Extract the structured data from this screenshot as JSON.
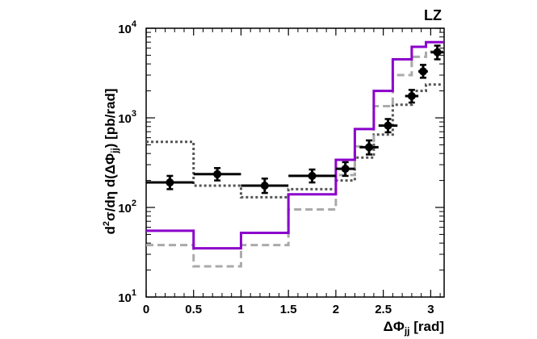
{
  "chart_data": {
    "type": "line",
    "title": "LZ",
    "xlabel": "ΔΦ_jj [rad]",
    "ylabel": "d²σ/dη d(ΔΦ_jj) [pb/rad]",
    "xlim": [
      0,
      3.1416
    ],
    "ylim": [
      10,
      10000
    ],
    "yscale": "log",
    "grid": false,
    "x_ticks": [
      {
        "value": 0,
        "label": "0"
      },
      {
        "value": 0.5,
        "label": "0.5"
      },
      {
        "value": 1,
        "label": "1"
      },
      {
        "value": 1.5,
        "label": "1.5"
      },
      {
        "value": 2,
        "label": "2"
      },
      {
        "value": 2.5,
        "label": "2.5"
      },
      {
        "value": 3,
        "label": "3"
      }
    ],
    "y_ticks": [
      {
        "value": 10,
        "base": "10",
        "exp": "1"
      },
      {
        "value": 100,
        "base": "10",
        "exp": "2"
      },
      {
        "value": 1000,
        "base": "10",
        "exp": "3"
      },
      {
        "value": 10000,
        "base": "10",
        "exp": "4"
      }
    ],
    "bin_edges": [
      0,
      0.5,
      1.0,
      1.5,
      2.0,
      2.2,
      2.4,
      2.6,
      2.8,
      2.95,
      3.1416
    ],
    "series": [
      {
        "style": "histogram",
        "color": "#8b00cc",
        "dash": "solid",
        "values": [
          55,
          35,
          52,
          140,
          340,
          750,
          2000,
          4500,
          6200,
          7000
        ]
      },
      {
        "style": "histogram",
        "color": "#aaaaaa",
        "dash": "dashed",
        "values": [
          38,
          22,
          38,
          95,
          230,
          480,
          1350,
          3000,
          4800,
          5500
        ]
      },
      {
        "style": "histogram",
        "color": "#555555",
        "dash": "dotted",
        "values": [
          540,
          175,
          130,
          160,
          200,
          360,
          650,
          1400,
          2000,
          2350
        ]
      },
      {
        "style": "points",
        "color": "#000000",
        "points": [
          {
            "x": 0.25,
            "y": 190,
            "xerr": 0.25,
            "ylo": 160,
            "yhi": 225
          },
          {
            "x": 0.75,
            "y": 235,
            "xerr": 0.25,
            "ylo": 200,
            "yhi": 275
          },
          {
            "x": 1.25,
            "y": 175,
            "xerr": 0.25,
            "ylo": 145,
            "yhi": 210
          },
          {
            "x": 1.75,
            "y": 225,
            "xerr": 0.25,
            "ylo": 190,
            "yhi": 265
          },
          {
            "x": 2.1,
            "y": 270,
            "xerr": 0.1,
            "ylo": 225,
            "yhi": 320
          },
          {
            "x": 2.35,
            "y": 470,
            "xerr": 0.1,
            "ylo": 390,
            "yhi": 560
          },
          {
            "x": 2.55,
            "y": 820,
            "xerr": 0.1,
            "ylo": 690,
            "yhi": 970
          },
          {
            "x": 2.8,
            "y": 1750,
            "xerr": 0.07,
            "ylo": 1480,
            "yhi": 2050
          },
          {
            "x": 2.92,
            "y": 3300,
            "xerr": 0.05,
            "ylo": 2800,
            "yhi": 3900
          },
          {
            "x": 3.07,
            "y": 5400,
            "xerr": 0.07,
            "ylo": 4500,
            "yhi": 6400
          }
        ]
      }
    ]
  }
}
